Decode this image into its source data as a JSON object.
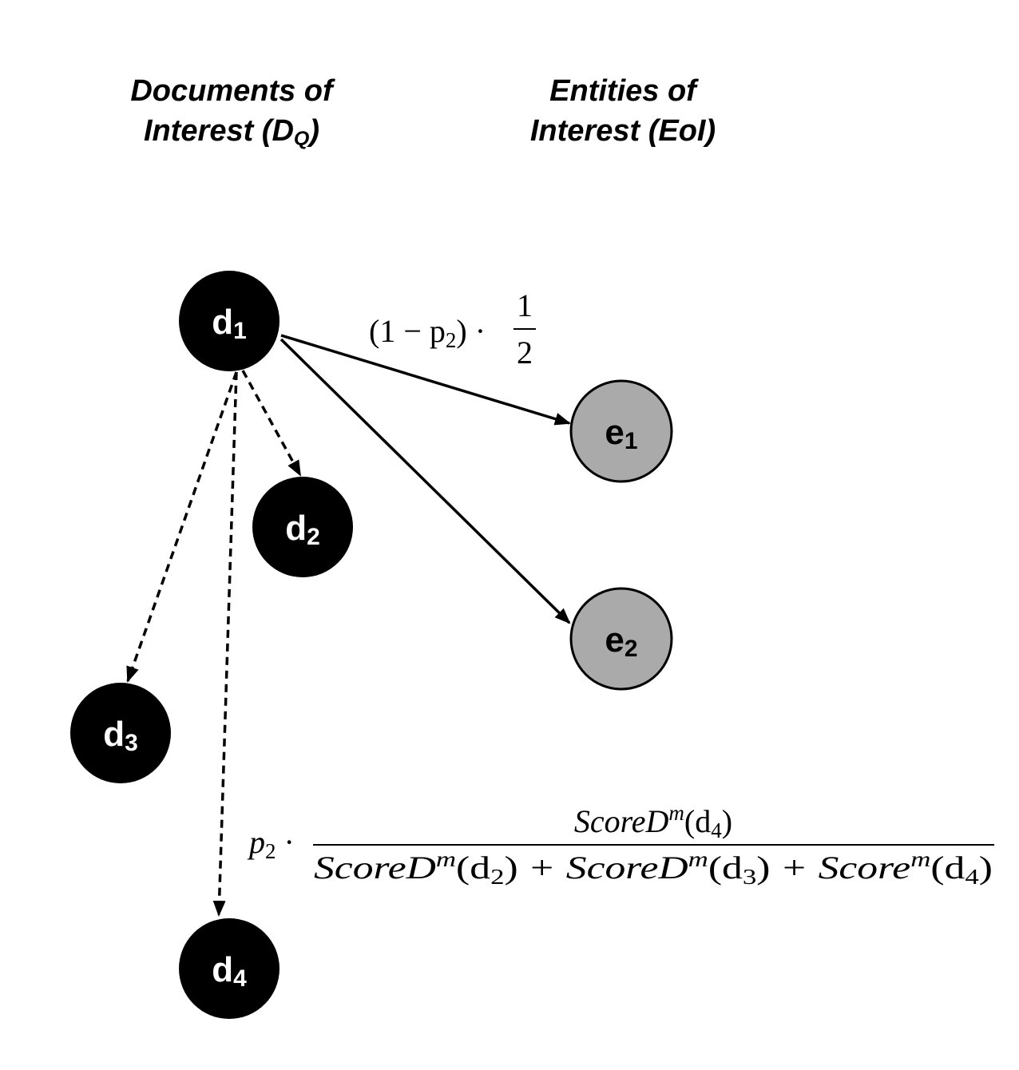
{
  "headings": {
    "documents": {
      "line1": "Documents of",
      "line2_prefix": "Interest (D",
      "line2_sub": "Q",
      "line2_suffix": ")"
    },
    "entities": {
      "line1": "Entities of",
      "line2": "Interest (EoI)"
    }
  },
  "nodes": {
    "d1": {
      "letter": "d",
      "index": "1",
      "fill": "#000000",
      "text_color": "#ffffff"
    },
    "d2": {
      "letter": "d",
      "index": "2",
      "fill": "#000000",
      "text_color": "#ffffff"
    },
    "d3": {
      "letter": "d",
      "index": "3",
      "fill": "#000000",
      "text_color": "#ffffff"
    },
    "d4": {
      "letter": "d",
      "index": "4",
      "fill": "#000000",
      "text_color": "#ffffff"
    },
    "e1": {
      "letter": "e",
      "index": "1",
      "fill": "#aaaaaa",
      "text_color": "#000000"
    },
    "e2": {
      "letter": "e",
      "index": "2",
      "fill": "#aaaaaa",
      "text_color": "#000000"
    }
  },
  "edges": [
    {
      "from": "d1",
      "to": "e1",
      "style": "solid"
    },
    {
      "from": "d1",
      "to": "e2",
      "style": "solid"
    },
    {
      "from": "d1",
      "to": "d2",
      "style": "dashed"
    },
    {
      "from": "d1",
      "to": "d3",
      "style": "dashed"
    },
    {
      "from": "d1",
      "to": "d4",
      "style": "dashed"
    }
  ],
  "formulas": {
    "entity_edge": {
      "left": "(1 − p",
      "left_sub": "2",
      "right": ") ·",
      "numerator": "1",
      "denominator": "2"
    },
    "document_edge": {
      "prefix": "p",
      "prefix_sub": "2",
      "dot": "·",
      "numerator": {
        "name": "ScoreD",
        "sup": "m",
        "arg_open": "(d",
        "arg_sub": "4",
        "arg_close": ")"
      },
      "denominator": [
        {
          "name": "ScoreD",
          "sup": "m",
          "arg_open": "(d",
          "arg_sub": "2",
          "arg_close": ")"
        },
        {
          "op": "+"
        },
        {
          "name": "ScoreD",
          "sup": "m",
          "arg_open": "(d",
          "arg_sub": "3",
          "arg_close": ")"
        },
        {
          "op": "+"
        },
        {
          "name": "Score",
          "sup": "m",
          "arg_open": "(d",
          "arg_sub": "4",
          "arg_close": ")"
        }
      ]
    }
  }
}
